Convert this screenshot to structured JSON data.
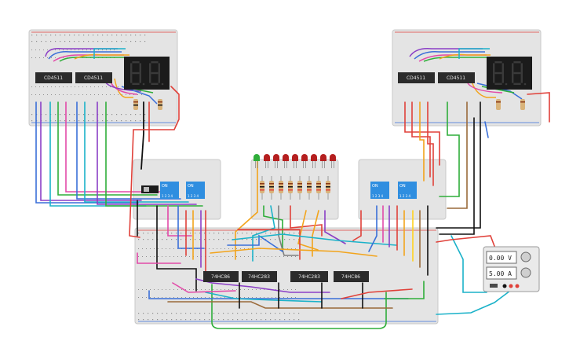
{
  "colors": {
    "background": "#ffffff",
    "board": "#e4e4e4",
    "board_edge": "#c8c8c8",
    "hole": "#8e8e8e",
    "rail_red": "#e0413a",
    "rail_blue": "#3a6fd8",
    "chip": "#2b2b2b",
    "display": "#1b1b1b",
    "segment_off": "#3a3a3a",
    "dip_body": "#2f8ee0",
    "led_red": "#b51f1f",
    "led_green": "#2fae3a",
    "wire_palette": [
      "#e0413a",
      "#3a6fd8",
      "#2fae3a",
      "#f2a41c",
      "#8b3fc6",
      "#e24aa8",
      "#1bb2c9",
      "#111111",
      "#9a6a3a",
      "#ffd21f",
      "#7f7f7f"
    ]
  },
  "chips": {
    "left_a": "CD4511",
    "left_b": "CD4511",
    "right_a": "CD4511",
    "right_b": "CD4511",
    "bottom_1": "74HC86",
    "bottom_2": "74HC283",
    "bottom_3": "74HC283",
    "bottom_4": "74HC86"
  },
  "dip_switch": {
    "on_label": "ON",
    "positions": "1 2 3 4"
  },
  "power_supply": {
    "voltage": "0.00 V",
    "current": "5.00 A"
  },
  "icons": {
    "knob": "knob-icon",
    "terminal": "terminal-icon",
    "led": "led-icon",
    "resistor": "resistor-icon",
    "slide_switch": "slide-switch-icon",
    "seven_segment": "seven-segment-display-icon"
  }
}
